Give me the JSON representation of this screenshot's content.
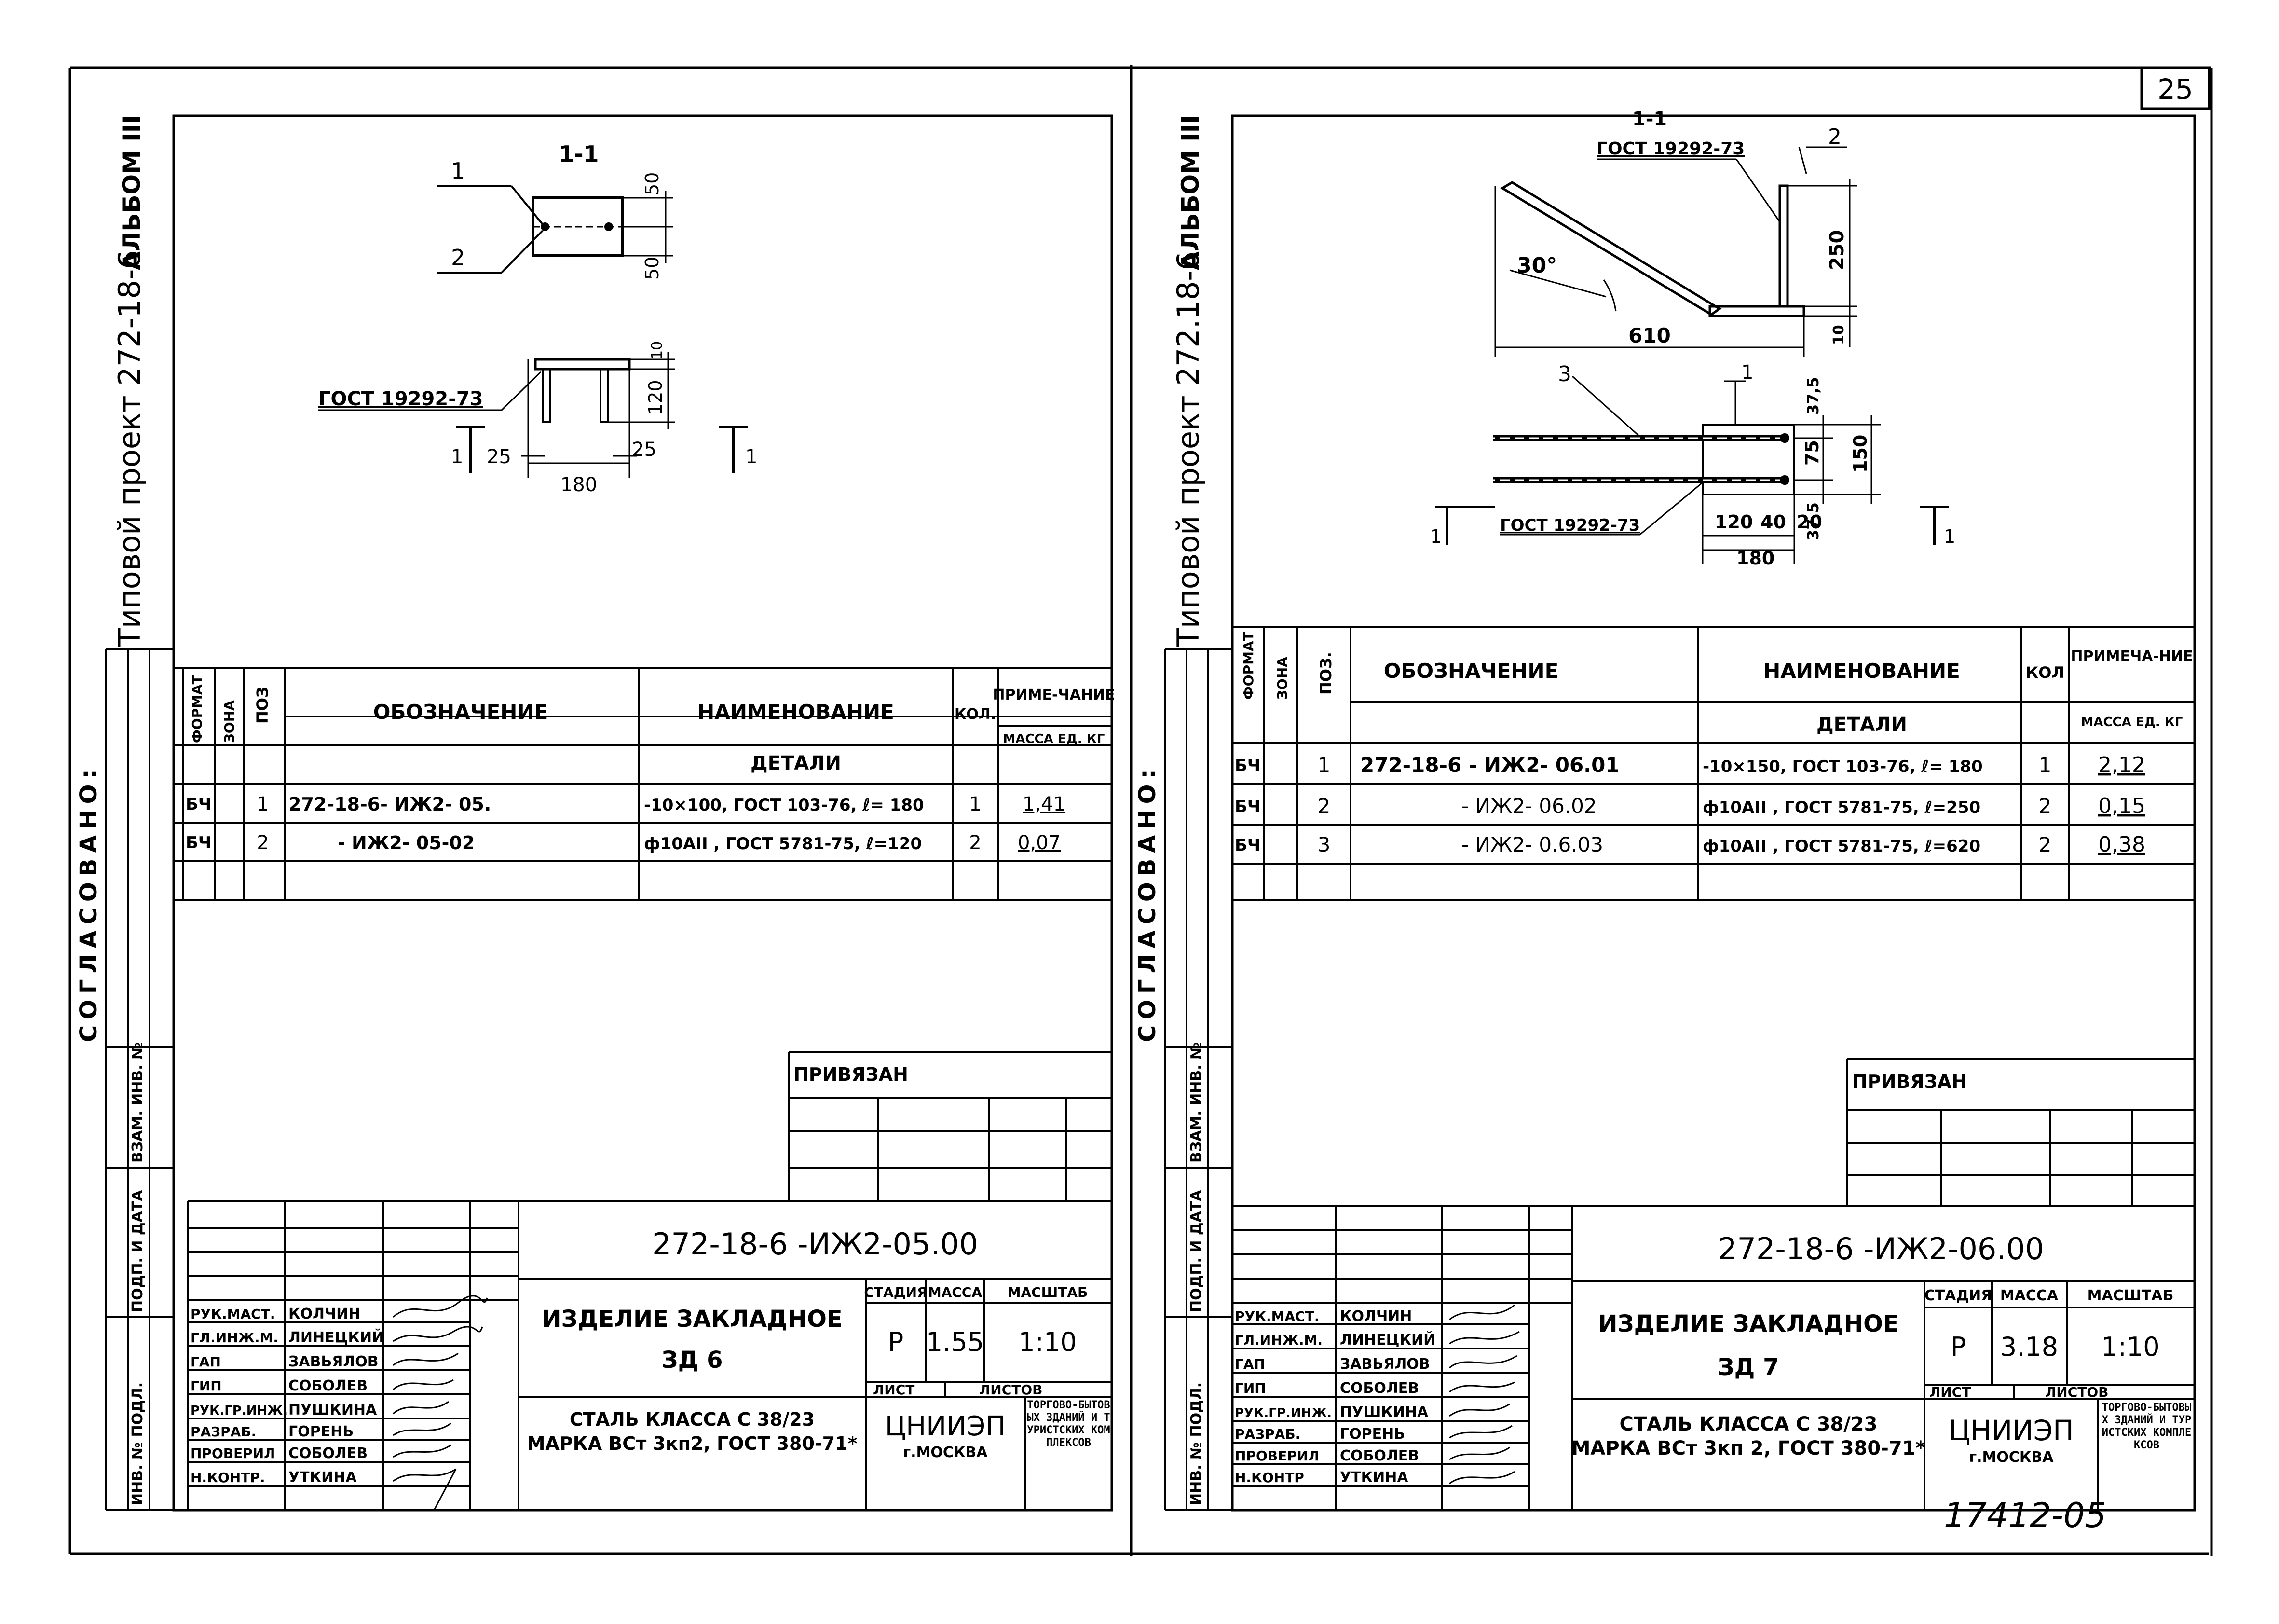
{
  "page_number": "25",
  "footer_number": "17412-05",
  "sheets": [
    {
      "side_label": "Типовой проект 272-18-6",
      "album": "АЛЬБОМ III",
      "section_label": "1-1",
      "callouts": [
        "1",
        "2"
      ],
      "gost_note": "ГОСТ 19292-73",
      "dims": {
        "d50a": "50",
        "d50b": "50",
        "d10": "10",
        "d120": "120",
        "d25a": "25",
        "d25b": "25",
        "d180": "180"
      },
      "cut_marks": [
        "1",
        "1"
      ],
      "table_headers": {
        "format": "ФОРМАТ",
        "zone": "ЗОНА",
        "pos": "ПОЗ",
        "designation": "ОБОЗНАЧЕНИЕ",
        "name": "НАИМЕНОВАНИЕ",
        "qty": "КОЛ.",
        "note": "ПРИМЕ-ЧАНИЕ"
      },
      "section_title": "ДЕТАЛИ",
      "unit_mass": "МАССА ЕД. КГ",
      "rows": [
        {
          "format": "БЧ",
          "pos": "1",
          "designation": "272-18-6- ИЖ2- 05.",
          "name": "-10×100, ГОСТ 103-76, ℓ= 180",
          "qty": "1",
          "mass": "1,41"
        },
        {
          "format": "БЧ",
          "pos": "2",
          "designation": "- ИЖ2- 05-02",
          "name": "ф10АII , ГОСТ 5781-75, ℓ=120",
          "qty": "2",
          "mass": "0,07"
        }
      ],
      "approved_label": "СОГЛАСОВАНО:",
      "side_fields": [
        "ВЗАМ. ИНВ. №",
        "ПОДП. И ДАТА",
        "ИНВ. № ПОДЛ."
      ],
      "tied_label": "ПРИВЯЗАН",
      "doc_code": "272-18-6  -ИЖ2-05.00",
      "title": "ИЗДЕЛИЕ ЗАКЛАДНОЕ",
      "subtitle": "ЗД 6",
      "material_line1": "СТАЛЬ КЛАССА С 38/23",
      "material_line2": "МАРКА ВСт 3кп2, ГОСТ 380-71*",
      "stamp_headers": {
        "stage": "СТАДИЯ",
        "mass": "МАССА",
        "scale": "МАСШТАБ",
        "sheet": "ЛИСТ",
        "sheets": "ЛИСТОВ"
      },
      "stage": "Р",
      "mass": "1.55",
      "scale": "1:10",
      "org": "ЦНИИЭП",
      "city": "г.МОСКВА",
      "org_desc": "ТОРГОВО-БЫТОВЫХ ЗДАНИЙ И ТУРИСТСКИХ КОМПЛЕКСОВ",
      "signatories": [
        {
          "role": "РУК.МАСТ.",
          "name": "КОЛЧИН"
        },
        {
          "role": "ГЛ.ИНЖ.М.",
          "name": "ЛИНЕЦКИЙ"
        },
        {
          "role": "ГАП",
          "name": "ЗАВЬЯЛОВ"
        },
        {
          "role": "ГИП",
          "name": "СОБОЛЕВ"
        },
        {
          "role": "РУК.ГР.ИНЖ.",
          "name": "ПУШКИНА"
        },
        {
          "role": "РАЗРАБ.",
          "name": "ГОРЕНЬ"
        },
        {
          "role": "ПРОВЕРИЛ",
          "name": "СОБОЛЕВ"
        },
        {
          "role": "Н.КОНТР.",
          "name": "УТКИНА"
        }
      ]
    },
    {
      "side_label": "Типовой проект 272.18-6",
      "album": "АЛЬБОМ III",
      "section_label": "1-1",
      "callouts": [
        "2",
        "3",
        "1"
      ],
      "gost_note_top": "ГОСТ 19292-73",
      "gost_note": "ГОСТ 19292-73",
      "angle": "30°",
      "dims": {
        "d250": "250",
        "d10": "10",
        "d610": "610",
        "d375a": "37,5",
        "d75": "75",
        "d150": "150",
        "d375b": "37,5",
        "d120": "120",
        "d40": "40",
        "d20": "20",
        "d180": "180"
      },
      "cut_marks": [
        "1",
        "1"
      ],
      "table_headers": {
        "format": "ФОРМАТ",
        "zone": "ЗОНА",
        "pos": "ПОЗ.",
        "designation": "ОБОЗНАЧЕНИЕ",
        "name": "НАИМЕНОВАНИЕ",
        "qty": "КОЛ",
        "note": "ПРИМЕЧА-НИЕ"
      },
      "section_title": "ДЕТАЛИ",
      "unit_mass": "МАССА ЕД. КГ",
      "rows": [
        {
          "format": "БЧ",
          "pos": "1",
          "designation": "272-18-6 - ИЖ2- 06.01",
          "name": "-10×150, ГОСТ 103-76, ℓ= 180",
          "qty": "1",
          "mass": "2,12"
        },
        {
          "format": "БЧ",
          "pos": "2",
          "designation": "- ИЖ2- 06.02",
          "name": "ф10АII , ГОСТ 5781-75, ℓ=250",
          "qty": "2",
          "mass": "0,15"
        },
        {
          "format": "БЧ",
          "pos": "3",
          "designation": "- ИЖ2- 0.6.03",
          "name": "ф10АII , ГОСТ 5781-75, ℓ=620",
          "qty": "2",
          "mass": "0,38"
        }
      ],
      "approved_label": "СОГЛАСОВАНО:",
      "side_fields": [
        "ВЗАМ. ИНВ. №",
        "ПОДП. И ДАТА",
        "ИНВ. № ПОДЛ."
      ],
      "tied_label": "ПРИВЯЗАН",
      "doc_code": "272-18-6  -ИЖ2-06.00",
      "title": "ИЗДЕЛИЕ ЗАКЛАДНОЕ",
      "subtitle": "ЗД 7",
      "material_line1": "СТАЛЬ КЛАССА С 38/23",
      "material_line2": "МАРКА ВСт 3кп 2, ГОСТ 380-71*",
      "stamp_headers": {
        "stage": "СТАДИЯ",
        "mass": "МАССА",
        "scale": "МАСШТАБ",
        "sheet": "ЛИСТ",
        "sheets": "ЛИСТОВ"
      },
      "stage": "Р",
      "mass": "3.18",
      "scale": "1:10",
      "org": "ЦНИИЭП",
      "city": "г.МОСКВА",
      "org_desc": "ТОРГОВО-БЫТОВЫХ ЗДАНИЙ И ТУРИСТСКИХ КОМПЛЕКСОВ",
      "signatories": [
        {
          "role": "РУК.МАСТ.",
          "name": "КОЛЧИН"
        },
        {
          "role": "ГЛ.ИНЖ.М.",
          "name": "ЛИНЕЦКИЙ"
        },
        {
          "role": "ГАП",
          "name": "ЗАВЬЯЛОВ"
        },
        {
          "role": "ГИП",
          "name": "СОБОЛЕВ"
        },
        {
          "role": "РУК.ГР.ИНЖ.",
          "name": "ПУШКИНА"
        },
        {
          "role": "РАЗРАБ.",
          "name": "ГОРЕНЬ"
        },
        {
          "role": "ПРОВЕРИЛ",
          "name": "СОБОЛЕВ"
        },
        {
          "role": "Н.КОНТР",
          "name": "УТКИНА"
        }
      ]
    }
  ]
}
